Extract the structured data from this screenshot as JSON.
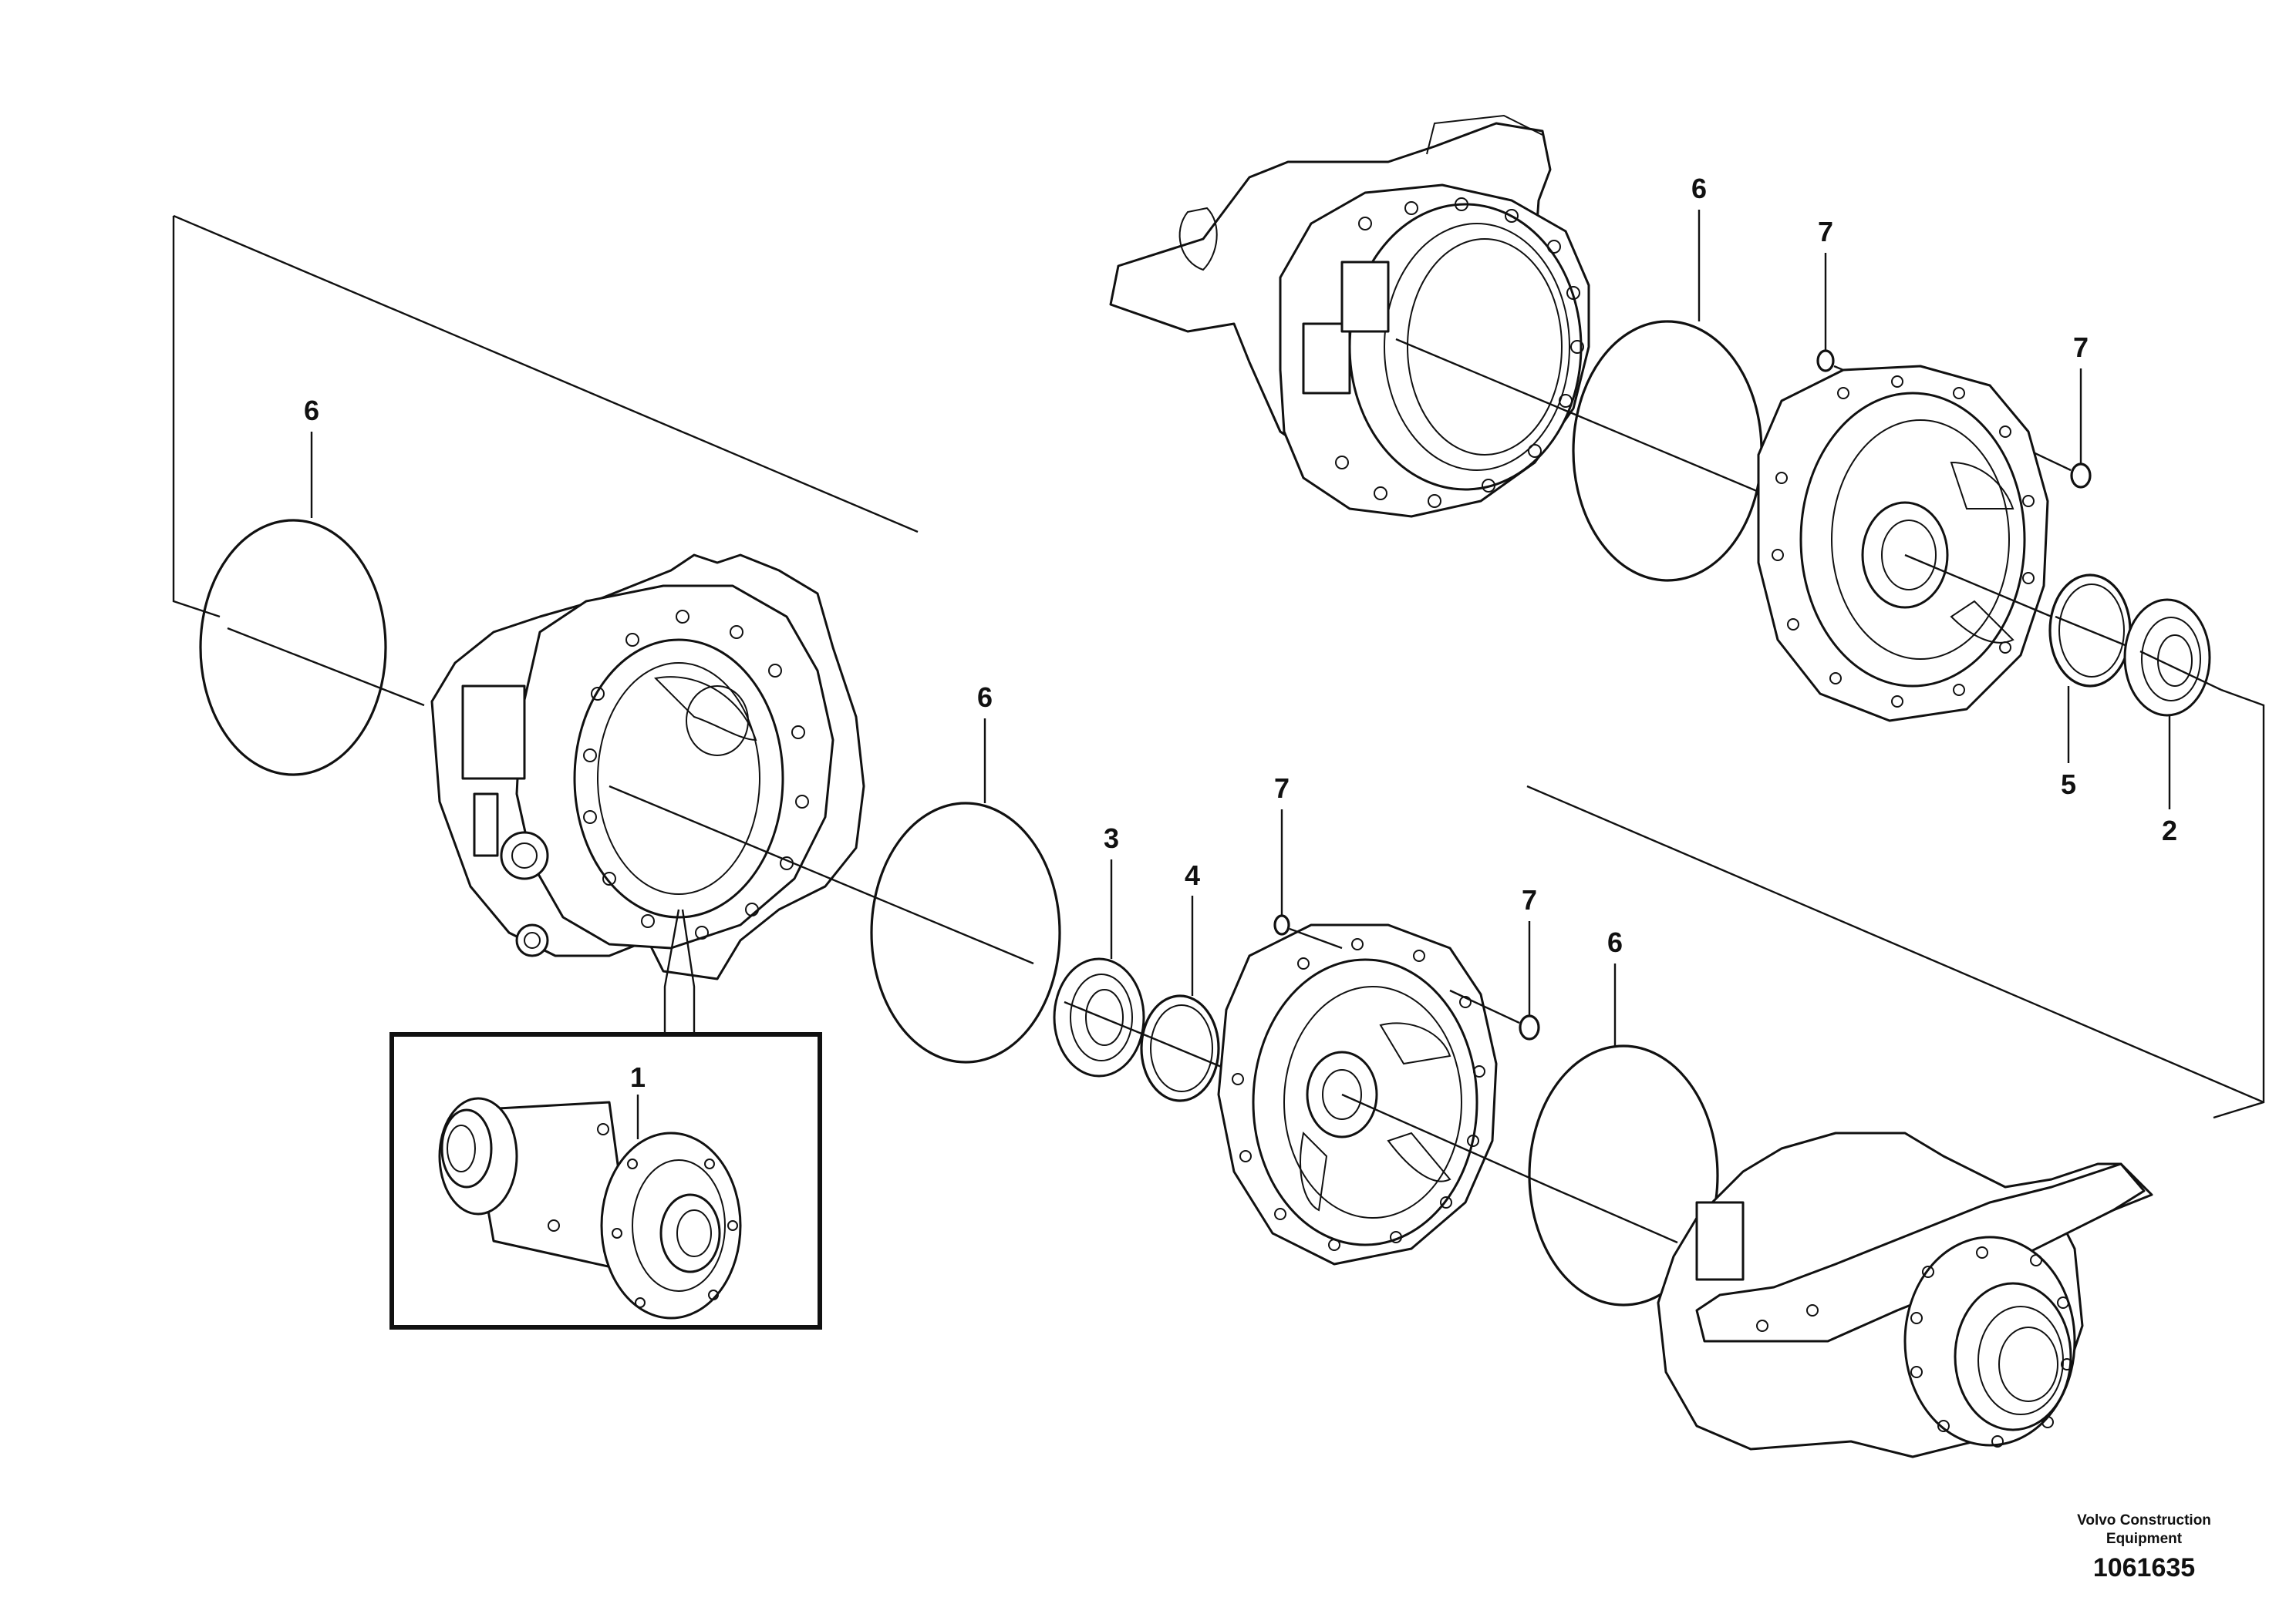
{
  "callouts": {
    "c1": "1",
    "c2": "2",
    "c3": "3",
    "c4": "4",
    "c5": "5",
    "c6a": "6",
    "c6b": "6",
    "c6c": "6",
    "c6d": "6",
    "c7a": "7",
    "c7b": "7",
    "c7c": "7",
    "c7d": "7"
  },
  "footer": {
    "brand_line1": "Volvo Construction",
    "brand_line2": "Equipment",
    "drawing_number": "1061635"
  }
}
